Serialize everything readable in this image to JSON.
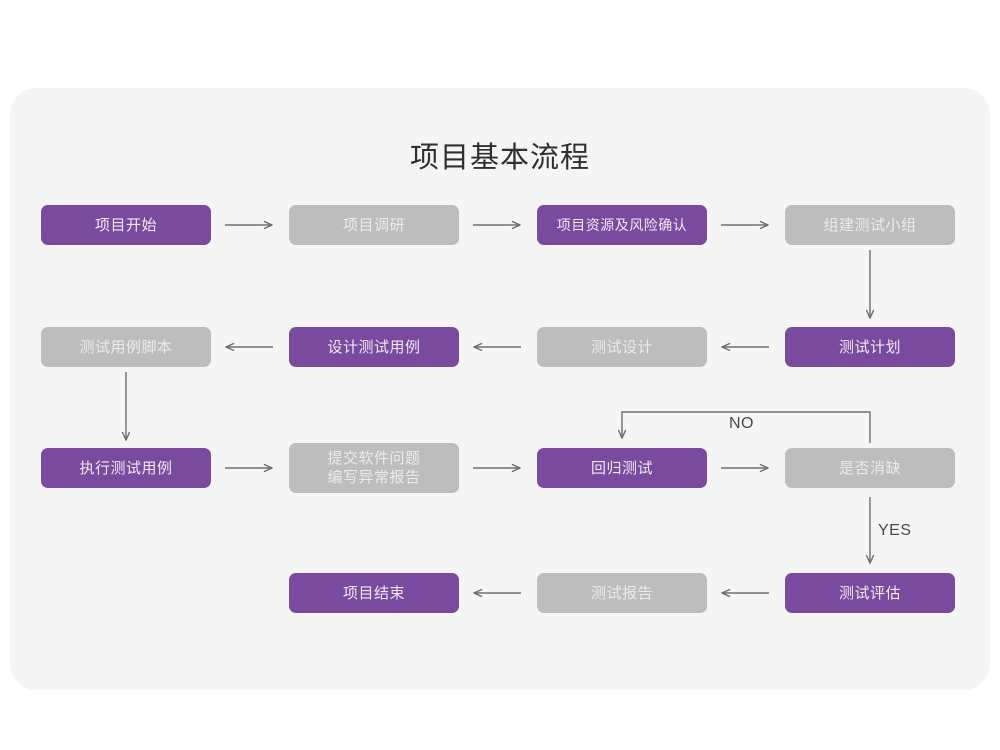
{
  "page": {
    "title": "项目基本流程",
    "card_bg": "#f5f5f5",
    "page_bg": "#ffffff"
  },
  "palette": {
    "purple": "#7a4a9e",
    "purple_text": "#f0e9f5",
    "gray": "#bdbdbd",
    "gray_text": "#ebebeb",
    "arrow": "#6e6e6e",
    "title_text": "#2f2f2f",
    "label_text": "#4a4a4a"
  },
  "chart_data": {
    "type": "diagram",
    "title": "项目基本流程",
    "nodes": [
      {
        "id": "n1",
        "label": "项目开始",
        "style": "purple",
        "row": 1,
        "col": 1
      },
      {
        "id": "n2",
        "label": "项目调研",
        "style": "gray",
        "row": 1,
        "col": 2
      },
      {
        "id": "n3",
        "label": "项目资源及风险确认",
        "style": "purple",
        "row": 1,
        "col": 3
      },
      {
        "id": "n4",
        "label": "组建测试小组",
        "style": "gray",
        "row": 1,
        "col": 4
      },
      {
        "id": "n5",
        "label": "测试用例脚本",
        "style": "gray",
        "row": 2,
        "col": 1
      },
      {
        "id": "n6",
        "label": "设计测试用例",
        "style": "purple",
        "row": 2,
        "col": 2
      },
      {
        "id": "n7",
        "label": "测试设计",
        "style": "gray",
        "row": 2,
        "col": 3
      },
      {
        "id": "n8",
        "label": "测试计划",
        "style": "purple",
        "row": 2,
        "col": 4
      },
      {
        "id": "n9",
        "label": "执行测试用例",
        "style": "purple",
        "row": 3,
        "col": 1
      },
      {
        "id": "n10",
        "label": "提交软件问题\n编写异常报告",
        "style": "gray",
        "row": 3,
        "col": 2
      },
      {
        "id": "n11",
        "label": "回归测试",
        "style": "purple",
        "row": 3,
        "col": 3
      },
      {
        "id": "n12",
        "label": "是否消缺",
        "style": "gray",
        "row": 3,
        "col": 4
      },
      {
        "id": "n13",
        "label": "项目结束",
        "style": "purple",
        "row": 4,
        "col": 2
      },
      {
        "id": "n14",
        "label": "测试报告",
        "style": "gray",
        "row": 4,
        "col": 3
      },
      {
        "id": "n15",
        "label": "测试评估",
        "style": "purple",
        "row": 4,
        "col": 4
      }
    ],
    "edges": [
      {
        "from": "n1",
        "to": "n2",
        "label": "",
        "direction": "right"
      },
      {
        "from": "n2",
        "to": "n3",
        "label": "",
        "direction": "right"
      },
      {
        "from": "n3",
        "to": "n4",
        "label": "",
        "direction": "right"
      },
      {
        "from": "n4",
        "to": "n8",
        "label": "",
        "direction": "down"
      },
      {
        "from": "n8",
        "to": "n7",
        "label": "",
        "direction": "left"
      },
      {
        "from": "n7",
        "to": "n6",
        "label": "",
        "direction": "left"
      },
      {
        "from": "n6",
        "to": "n5",
        "label": "",
        "direction": "left"
      },
      {
        "from": "n5",
        "to": "n9",
        "label": "",
        "direction": "down"
      },
      {
        "from": "n9",
        "to": "n10",
        "label": "",
        "direction": "right"
      },
      {
        "from": "n10",
        "to": "n11",
        "label": "",
        "direction": "right"
      },
      {
        "from": "n11",
        "to": "n12",
        "label": "",
        "direction": "right"
      },
      {
        "from": "n12",
        "to": "n11",
        "label": "NO",
        "direction": "loop-up-left"
      },
      {
        "from": "n12",
        "to": "n15",
        "label": "YES",
        "direction": "down"
      },
      {
        "from": "n15",
        "to": "n14",
        "label": "",
        "direction": "left"
      },
      {
        "from": "n14",
        "to": "n13",
        "label": "",
        "direction": "left"
      }
    ]
  },
  "labels": {
    "no": "NO",
    "yes": "YES"
  },
  "nodes": {
    "n1": "项目开始",
    "n2": "项目调研",
    "n3": "项目资源及风险确认",
    "n4": "组建测试小组",
    "n5": "测试用例脚本",
    "n6": "设计测试用例",
    "n7": "测试设计",
    "n8": "测试计划",
    "n9": "执行测试用例",
    "n10": "提交软件问题\n编写异常报告",
    "n11": "回归测试",
    "n12": "是否消缺",
    "n13": "项目结束",
    "n14": "测试报告",
    "n15": "测试评估"
  }
}
